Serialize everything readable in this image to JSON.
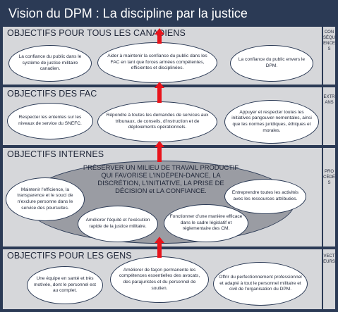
{
  "title": "Vision du DPM : La discipline par la justice",
  "bands": [
    {
      "title": "OBJECTIFS POUR TOUS LES CANADIENS",
      "side_label": "CONSÉQUENCES",
      "items": [
        "La confiance du public dans le système de justice militaire canadien.",
        "Aider à maintenir la confiance du public dans les FAC en tant que forces armées compétentes, efficientes et disciplinées.",
        "La confiance du public envers le DPM."
      ]
    },
    {
      "title": "OBJECTIFS DES FAC",
      "side_label": "EXTRANS",
      "items": [
        "Respecter les ententes sur les niveaux de service du SNEFC.",
        "Répondre à toutes les demandes de services aux tribunaux, de conseils, d'instruction et de déploiements opérationnels.",
        "Appuyer et respecter toutes les initiatives pangouver-nementales, ainsi que les normes juridiques, éthiques et morales."
      ]
    },
    {
      "title": "OBJECTIFS INTERNES",
      "side_label": "PROCÉDÉS",
      "center": "PRÉSERVER UN MILIEU DE TRAVAIL PRODUCTIF QUI FAVORISE L'INDÉPEN-DANCE, LA DISCRÉTION, L'INITIATIVE, LA PRISE DE DÉCISION et LA CONFIANCE.",
      "items": [
        "Maintenir l'efficience, la transparence et le souci de n'exclure personne dans le service des poursuites.",
        "Améliorer l'équité et l'exécution rapide de la justice militaire.",
        "Fonctionner d'une manière efficace dans le cadre législatif et réglementaire des CM.",
        "Entreprendre toutes les activités avec les ressources attribuées."
      ]
    },
    {
      "title": "OBJECTIFS POUR LES GENS",
      "side_label": "VECTEURS",
      "items": [
        "Une équipe en santé et très motivée, dont le personnel est au complet.",
        "Améliorer de façon permanente les compétences essentielles des avocats, des parajuristes et du personnel de soutien.",
        "Offrir du perfectionnement professionnel et adapté à tout le personnel militaire et civil de l'organisation du DPM."
      ]
    }
  ],
  "colors": {
    "frame": "#2b3a55",
    "band": "#d6d7da",
    "center": "#9a9ca3",
    "arrow": "#e8131b"
  }
}
